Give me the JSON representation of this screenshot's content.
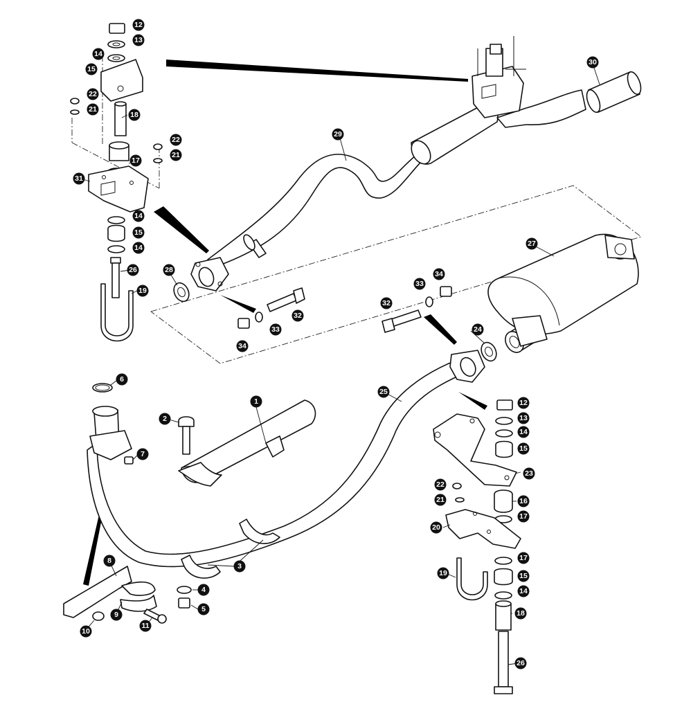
{
  "callouts": [
    {
      "label": "1"
    },
    {
      "label": "2"
    },
    {
      "label": "3"
    },
    {
      "label": "4"
    },
    {
      "label": "5"
    },
    {
      "label": "6"
    },
    {
      "label": "7"
    },
    {
      "label": "8"
    },
    {
      "label": "9"
    },
    {
      "label": "10"
    },
    {
      "label": "11"
    },
    {
      "label": "12"
    },
    {
      "label": "13"
    },
    {
      "label": "14"
    },
    {
      "label": "15"
    },
    {
      "label": "22"
    },
    {
      "label": "21"
    },
    {
      "label": "18"
    },
    {
      "label": "22"
    },
    {
      "label": "21"
    },
    {
      "label": "17"
    },
    {
      "label": "31"
    },
    {
      "label": "14"
    },
    {
      "label": "15"
    },
    {
      "label": "14"
    },
    {
      "label": "26"
    },
    {
      "label": "19"
    },
    {
      "label": "28"
    },
    {
      "label": "29"
    },
    {
      "label": "30"
    },
    {
      "label": "27"
    },
    {
      "label": "33"
    },
    {
      "label": "34"
    },
    {
      "label": "32"
    },
    {
      "label": "33"
    },
    {
      "label": "34"
    },
    {
      "label": "32"
    },
    {
      "label": "24"
    },
    {
      "label": "25"
    },
    {
      "label": "12"
    },
    {
      "label": "13"
    },
    {
      "label": "14"
    },
    {
      "label": "15"
    },
    {
      "label": "23"
    },
    {
      "label": "22"
    },
    {
      "label": "21"
    },
    {
      "label": "16"
    },
    {
      "label": "17"
    },
    {
      "label": "20"
    },
    {
      "label": "17"
    },
    {
      "label": "15"
    },
    {
      "label": "14"
    },
    {
      "label": "19"
    },
    {
      "label": "18"
    },
    {
      "label": "26"
    }
  ]
}
